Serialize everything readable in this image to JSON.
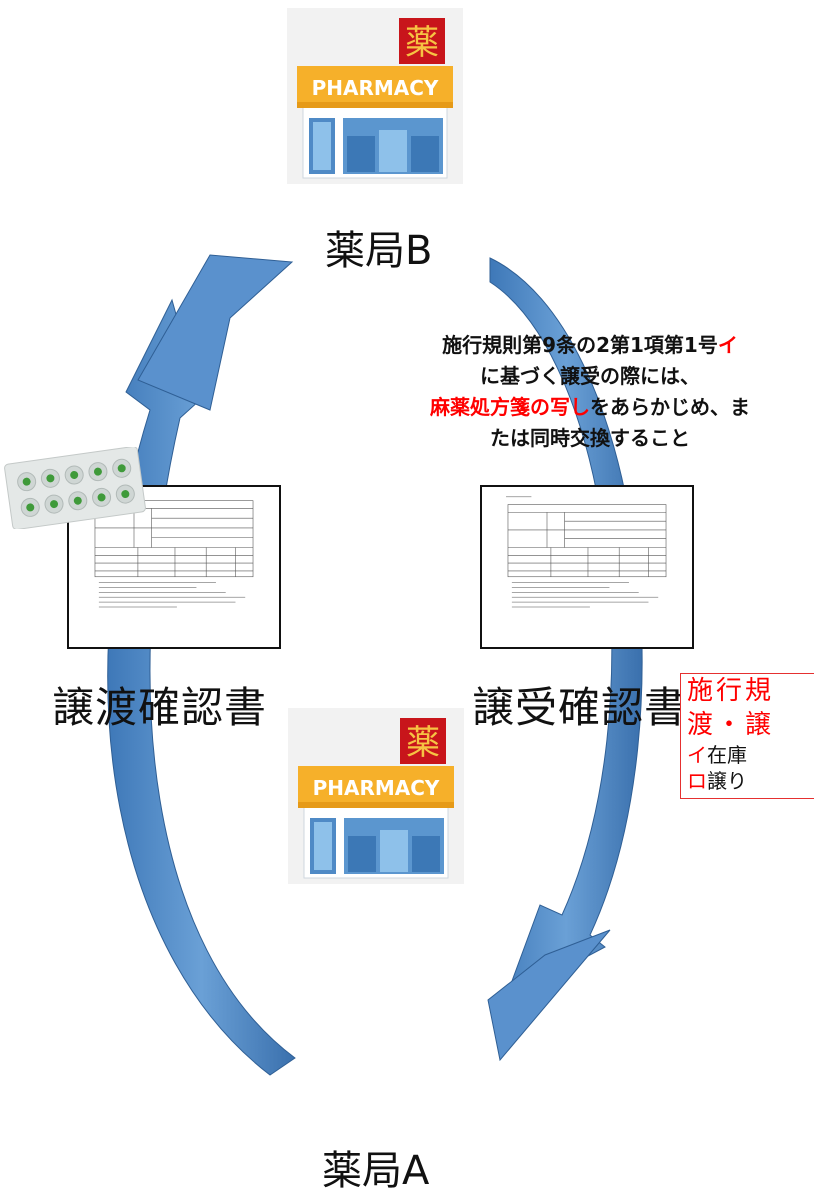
{
  "pharmacy_b": {
    "sign_char": "薬",
    "sign_text": "PHARMACY",
    "label": "薬局B"
  },
  "pharmacy_a": {
    "sign_char": "薬",
    "sign_text": "PHARMACY",
    "label": "薬局A"
  },
  "rule_text": {
    "line1_a": "施行規則第9条の2第1項第1号",
    "line1_b": "イ",
    "line2": "に基づく譲受の際には、",
    "line3_red": "麻薬処方箋の写し",
    "line3_b": "をあらかじめ、ま",
    "line4": "たは同時交換すること"
  },
  "doc_left": {
    "label": "譲渡確認書"
  },
  "doc_right": {
    "label": "譲受確認書"
  },
  "note_box": {
    "line1": "施行規",
    "line2": "渡・譲",
    "item_i_mark": "イ",
    "item_i_text": "在庫",
    "item_ro_mark": "ロ",
    "item_ro_text": "譲り"
  },
  "colors": {
    "arrow_blue": "#4a84c4",
    "red_text": "#ff0000",
    "sign_red": "#c8151b",
    "awning_orange": "#f6b02a"
  },
  "icons": [
    "pharmacy-store-icon",
    "pill-blister-pack-icon",
    "document-form-icon",
    "curved-arrow-icon"
  ]
}
